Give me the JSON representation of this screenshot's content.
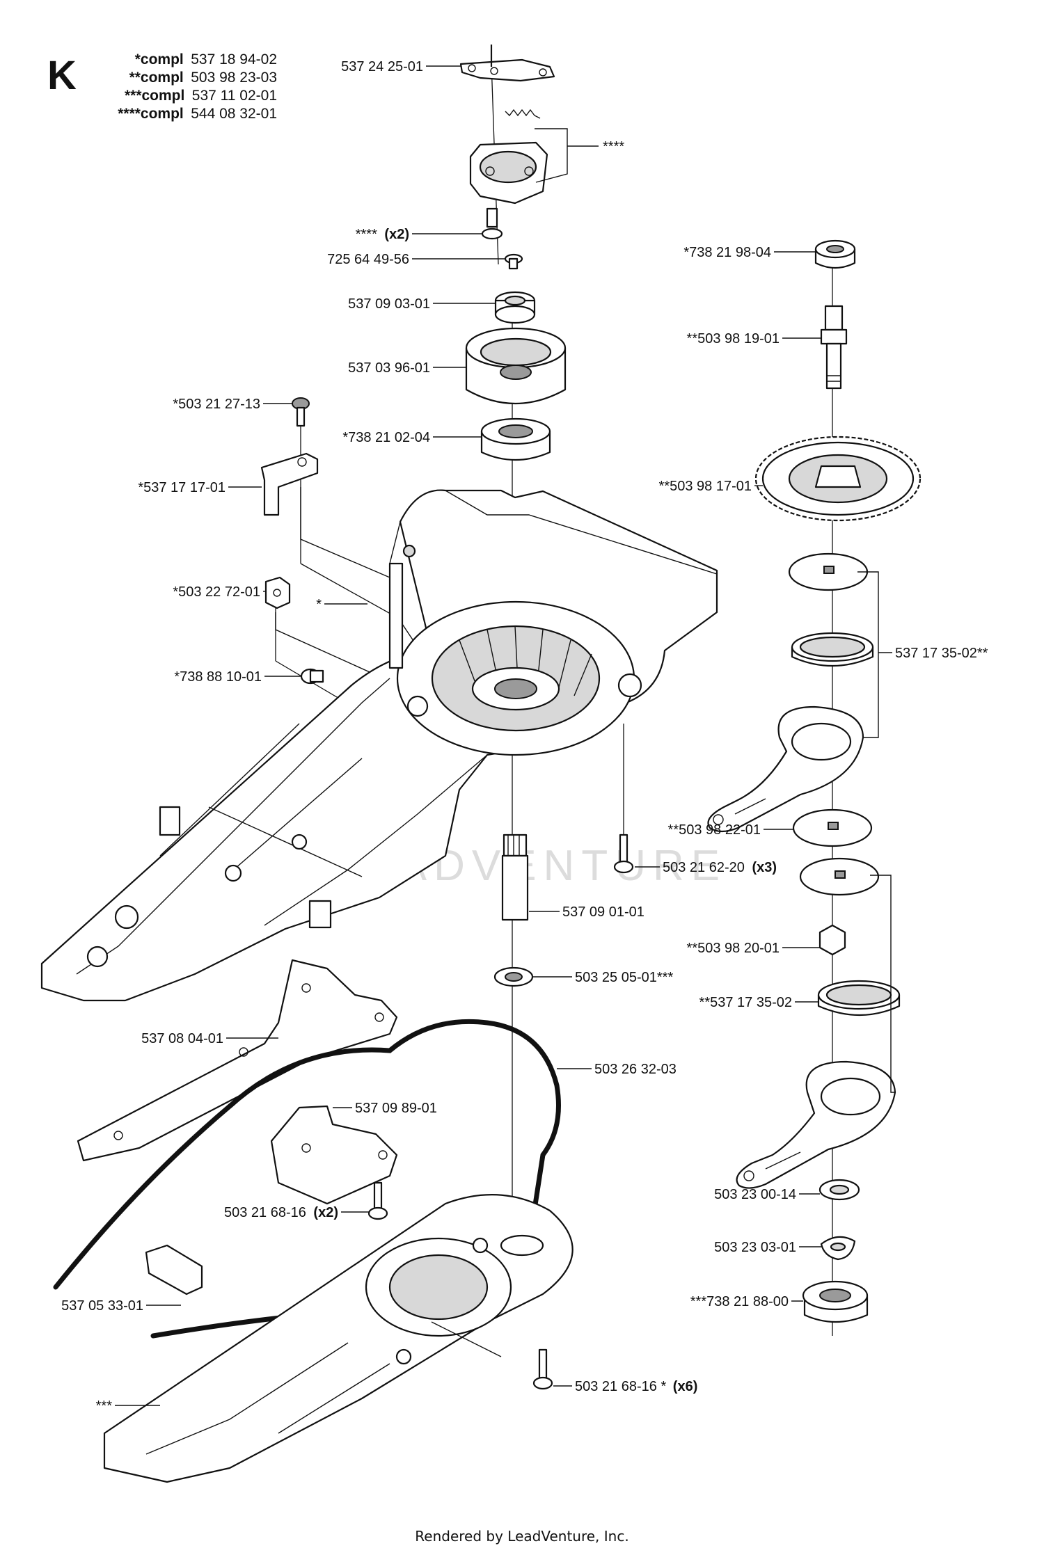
{
  "section_letter": "K",
  "compl_list": [
    {
      "prefix": "*compl",
      "number": "537 18 94-02"
    },
    {
      "prefix": "**compl",
      "number": "503 98 23-03"
    },
    {
      "prefix": "***compl",
      "number": "537 11 02-01"
    },
    {
      "prefix": "****compl",
      "number": "544 08 32-01"
    }
  ],
  "labels": {
    "l01": "537 24 25-01",
    "l02": "****",
    "l03": "****",
    "l03q": "(x2)",
    "l04": "725 64 49-56",
    "l05": "537 09 03-01",
    "l06": "537 03 96-01",
    "l07": "*503 21 27-13",
    "l08": "*738 21 02-04",
    "l09": "*537 17 17-01",
    "l10": "*503 22 72-01",
    "l11": "*",
    "l12": "*738 88 10-01",
    "l13": "*738 21 98-04",
    "l14": "**503 98 19-01",
    "l15": "**503 98 17-01",
    "l16": "537 17 35-02**",
    "l17": "**503 98 22-01",
    "l18": "503 21 62-20",
    "l18q": "(x3)",
    "l19": "537 09 01-01",
    "l20": "**503 98 20-01",
    "l21": "503 25 05-01***",
    "l22": "**537 17 35-02",
    "l23": "537 08 04-01",
    "l24": "503 26 32-03",
    "l25": "537 09 89-01",
    "l26": "503 21 68-16",
    "l26q": "(x2)",
    "l27": "503 23 00-14",
    "l28": "503 23 03-01",
    "l29": "537 05 33-01",
    "l30": "***738 21 88-00",
    "l31": "503 21 68-16 *",
    "l31q": "(x6)",
    "l32": "***"
  },
  "watermark": "LEADVENTURE",
  "footer": "Rendered by LeadVenture, Inc."
}
